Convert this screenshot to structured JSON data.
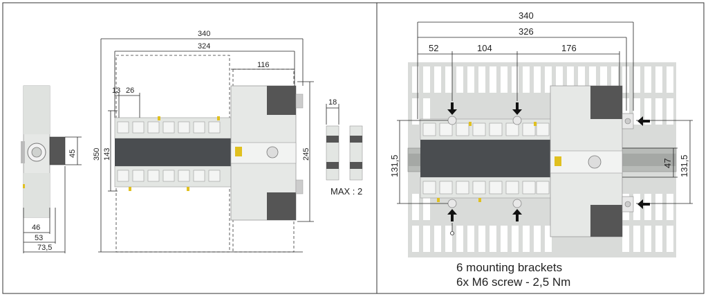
{
  "left_panel": {
    "side_view": {
      "dims": {
        "height": "45",
        "w1": "46",
        "w2": "53",
        "w3": "73,5"
      }
    },
    "front_view": {
      "dims": {
        "total_width": "340",
        "inner_width": "324",
        "right_width": "116",
        "pitch_a": "13",
        "pitch_b": "26",
        "total_height": "350",
        "inner_height": "143",
        "right_height": "245"
      }
    },
    "accessory": {
      "dim": "18",
      "max_label": "MAX : 2"
    }
  },
  "right_panel": {
    "dims": {
      "total_width": "340",
      "inner_width": "326",
      "seg1": "52",
      "seg2": "104",
      "seg3": "176",
      "left_height": "131,5",
      "rail_height": "47",
      "right_height": "131,5"
    },
    "notes": [
      "6 mounting brackets",
      "6x M6 screw - 2,5 Nm"
    ]
  }
}
